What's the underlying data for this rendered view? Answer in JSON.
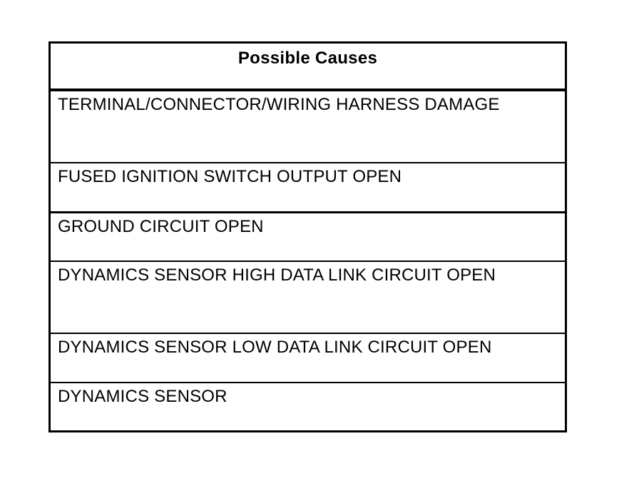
{
  "table": {
    "header": "Possible Causes",
    "rows": [
      "TERMINAL/CONNECTOR/WIRING HARNESS DAMAGE",
      "FUSED IGNITION SWITCH OUTPUT OPEN",
      "GROUND CIRCUIT OPEN",
      "DYNAMICS SENSOR HIGH DATA LINK CIRCUIT OPEN",
      "DYNAMICS SENSOR LOW DATA LINK CIRCUIT OPEN",
      "DYNAMICS SENSOR"
    ]
  }
}
